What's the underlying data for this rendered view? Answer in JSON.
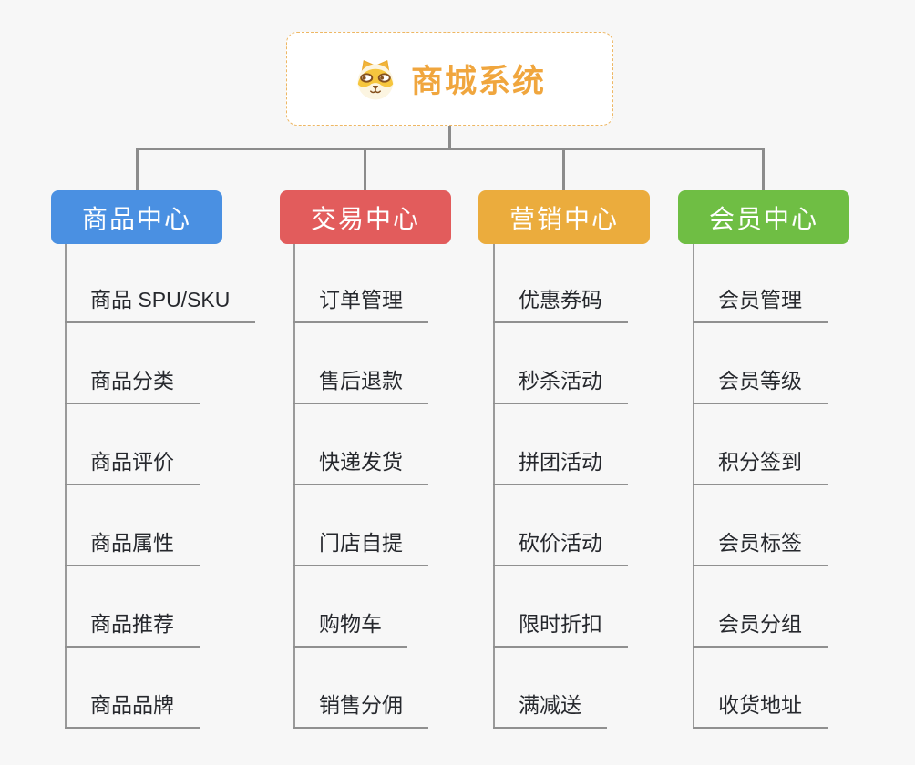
{
  "canvas": {
    "background": "#f7f7f7"
  },
  "connectors": {
    "color": "#8c8c8c",
    "spine_color": "#9a9a9a"
  },
  "root": {
    "label": "商城系统",
    "icon": "shiba-dog-icon",
    "text_color": "#f0a63e",
    "border_color": "#eeb763",
    "bg": "#ffffff"
  },
  "branch_style": {
    "text_color": "#ffffff"
  },
  "leaf_style": {
    "text_color": "#26282d",
    "underline_color": "#909090"
  },
  "branches": [
    {
      "label": "商品中心",
      "color": "#4a90e2",
      "children": [
        "商品 SPU/SKU",
        "商品分类",
        "商品评价",
        "商品属性",
        "商品推荐",
        "商品品牌"
      ]
    },
    {
      "label": "交易中心",
      "color": "#e25c5c",
      "children": [
        "订单管理",
        "售后退款",
        "快递发货",
        "门店自提",
        "购物车",
        "销售分佣"
      ]
    },
    {
      "label": "营销中心",
      "color": "#ebac3d",
      "children": [
        "优惠券码",
        "秒杀活动",
        "拼团活动",
        "砍价活动",
        "限时折扣",
        "满减送"
      ]
    },
    {
      "label": "会员中心",
      "color": "#6fbe44",
      "children": [
        "会员管理",
        "会员等级",
        "积分签到",
        "会员标签",
        "会员分组",
        "收货地址"
      ]
    }
  ]
}
